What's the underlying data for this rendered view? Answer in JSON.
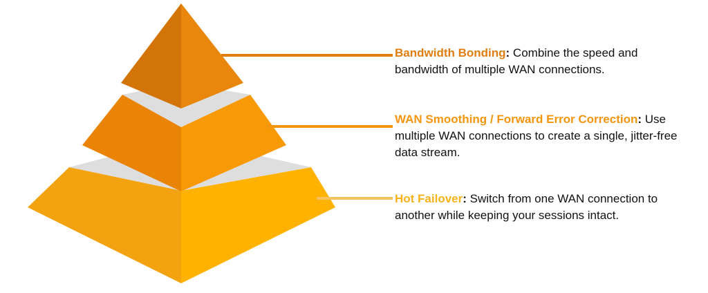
{
  "tiers": [
    {
      "title": "Bandwidth Bonding",
      "colon": ":",
      "description": " Combine the speed and bandwidth of multiple WAN connections.",
      "title_color": "#E07D10",
      "line_color": "#E07D10"
    },
    {
      "title": "WAN Smoothing / Forward Error Correction",
      "colon": ":",
      "description": " Use multiple WAN connections to create a single, jitter-free data stream.",
      "title_color": "#F4950E",
      "line_color": "#F4950E"
    },
    {
      "title": "Hot Failover",
      "colon": ":",
      "description": " Switch from one WAN connection to another while keeping your sessions intact.",
      "title_color": "#F8B21A",
      "line_color": "#F7C15B"
    }
  ],
  "colors": {
    "top_left": "#D27407",
    "top_right": "#E8870C",
    "middle_left": "#EA8407",
    "middle_right": "#F89A06",
    "bottom_left": "#F3A210",
    "bottom_right": "#FFB300",
    "separator": "#DEDEDE"
  }
}
